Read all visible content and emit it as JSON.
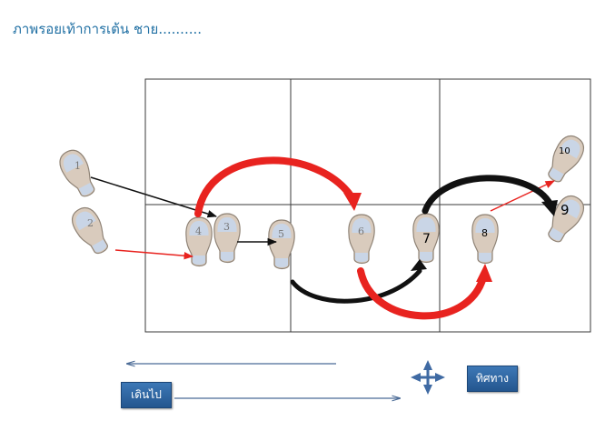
{
  "title": "ภาพรอยเท้าการเต้น ชาย..........",
  "buttons": {
    "walk_label": "เดินไป",
    "direction_label": "ทิศทาง"
  },
  "colors": {
    "sole": "#d9cbbd",
    "toe": "#c9d5e6",
    "outline": "#8f8376",
    "red": "#e8231f",
    "black": "#111111",
    "grid": "#3a3a3a",
    "blue_arrow": "#4b6b96",
    "title": "#1f6fa3"
  },
  "footprints": [
    {
      "label": "1"
    },
    {
      "label": "2"
    },
    {
      "label": "3"
    },
    {
      "label": "4"
    },
    {
      "label": "5"
    },
    {
      "label": "6"
    },
    {
      "label": "7"
    },
    {
      "label": "8"
    },
    {
      "label": "9"
    },
    {
      "label": "10"
    }
  ],
  "icons": {
    "compass": "four-way-arrow-icon"
  }
}
